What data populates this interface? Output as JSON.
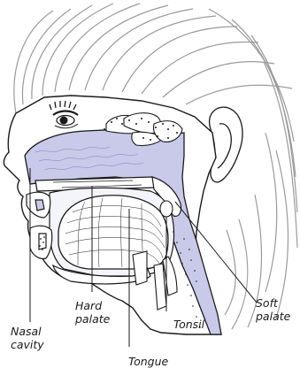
{
  "labels": {
    "hard_palate": [
      "Hard",
      "palate"
    ],
    "nasal_cavity": [
      "Nasal",
      "cavity"
    ],
    "tongue": "Tongue",
    "tonsil": "Tonsil",
    "soft_palate": [
      "Soft",
      "palate"
    ]
  },
  "colors": {
    "airway_fill": "#c9c9ea",
    "line": "#1a1a1a",
    "hair": "#9a9a9a",
    "tissue": "#f4f4fb"
  }
}
